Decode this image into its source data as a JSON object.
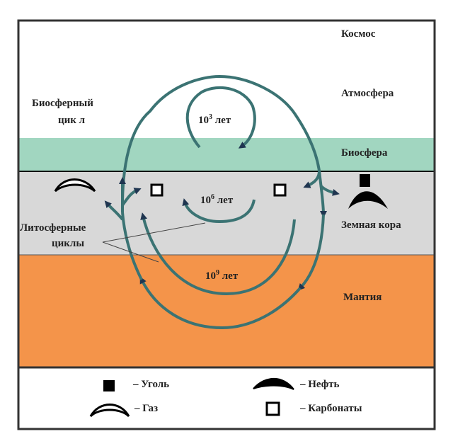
{
  "layers": {
    "space": "Космос",
    "atmosphere": "Атмосфера",
    "biosphere": "Биосфера",
    "crust": "Земная кора",
    "mantle": "Мантия"
  },
  "cycles": {
    "biosphere_cycle_line1": "Биосферный",
    "biosphere_cycle_line2": "цик л",
    "litho_cycles_line1": "Литосферные",
    "litho_cycles_line2": "циклы",
    "t1_base": "10",
    "t1_exp": "3",
    "t1_unit": "лет",
    "t2_base": "10",
    "t2_exp": "6",
    "t2_unit": "лет",
    "t3_base": "10",
    "t3_exp": "9",
    "t3_unit": "лет"
  },
  "legend": {
    "coal": "– Уголь",
    "oil": "– Нефть",
    "gas": "– Газ",
    "carbonates": "– Карбонаты"
  },
  "colors": {
    "biosphere": "#a1d6c0",
    "crust": "#d8d8d8",
    "mantle": "#f4944a",
    "arrow": "#3b7373",
    "arrowhead": "#1f3550"
  }
}
